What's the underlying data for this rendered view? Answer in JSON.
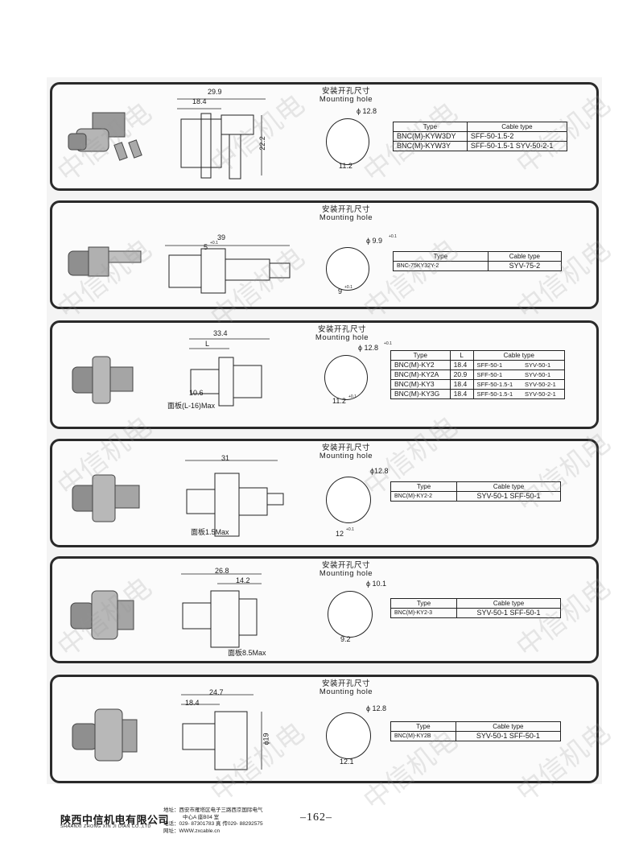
{
  "panels": [
    {
      "title_cn": "安装开孔尺寸",
      "title_en": "Mounting hole",
      "dims": [
        "29.9",
        "18.4",
        "22.2"
      ],
      "hole_dia": "ϕ 12.8",
      "hole_flat": "11.2",
      "table_headers": [
        "Type",
        "Cable type"
      ],
      "rows": [
        [
          "BNC(M)-KYW3DY",
          "SFF-50-1.5-2"
        ],
        [
          "BNC(M)-KYW3Y",
          "SFF-50-1.5-1   SYV-50-2-1"
        ]
      ]
    },
    {
      "title_cn": "安装开孔尺寸",
      "title_en": "Mounting hole",
      "dims": [
        "39",
        "5",
        "+0.1"
      ],
      "hole_dia": "ϕ 9.9",
      "hole_dia_tol": "+0.1",
      "hole_flat": "9",
      "hole_flat_tol": "+0.1",
      "table_headers": [
        "Type",
        "Cable type"
      ],
      "rows": [
        [
          "BNC-75KY32Y-2",
          "SYV-75-2"
        ]
      ]
    },
    {
      "title_cn": "安装开孔尺寸",
      "title_en": "Mounting hole",
      "dims": [
        "33.4",
        "L",
        "10.6",
        "面板(L-16)Max"
      ],
      "hole_dia": "ϕ 12.8",
      "hole_dia_tol": "+0.1",
      "hole_flat": "11.2",
      "hole_flat_tol": "+0.1",
      "table_headers": [
        "Type",
        "L",
        "Cable type"
      ],
      "rows": [
        [
          "BNC(M)-KY2",
          "18.4",
          "SFF-50-1",
          "SYV-50-1"
        ],
        [
          "BNC(M)-KY2A",
          "20.9",
          "SFF-50-1",
          "SYV-50-1"
        ],
        [
          "BNC(M)-KY3",
          "18.4",
          "SFF-50-1.5-1",
          "SYV-50-2-1"
        ],
        [
          "BNC(M)-KY3G",
          "18.4",
          "SFF-50-1.5-1",
          "SYV-50-2-1"
        ]
      ]
    },
    {
      "title_cn": "安装开孔尺寸",
      "title_en": "Mounting hole",
      "dims": [
        "31",
        "面板1.5Max"
      ],
      "hole_dia": "ϕ12.8",
      "hole_flat": "12",
      "hole_flat_tol": "+0.1",
      "table_headers": [
        "Type",
        "Cable type"
      ],
      "rows": [
        [
          "BNC(M)-KY2-2",
          "SYV-50-1   SFF-50-1"
        ]
      ]
    },
    {
      "title_cn": "安装开孔尺寸",
      "title_en": "Mounting hole",
      "dims": [
        "26.8",
        "14.2",
        "面板8.5Max"
      ],
      "hole_dia": "ϕ 10.1",
      "hole_flat": "9.2",
      "table_headers": [
        "Type",
        "Cable type"
      ],
      "rows": [
        [
          "BNC(M)-KY2-3",
          "SYV-50-1   SFF-50-1"
        ]
      ]
    },
    {
      "title_cn": "安装开孔尺寸",
      "title_en": "Mounting hole",
      "dims": [
        "24.7",
        "18.4",
        "ϕ19"
      ],
      "hole_dia": "ϕ 12.8",
      "hole_flat": "12.1",
      "table_headers": [
        "Type",
        "Cable type"
      ],
      "rows": [
        [
          "BNC(M)-KY2B",
          "SYV-50-1          SFF-50-1"
        ]
      ]
    }
  ],
  "watermark": "中信机电",
  "footer": {
    "company_cn": "陕西中信机电有限公司",
    "company_en": "SHAANXI ZHONG XIN JI DIAN CO.,LTD",
    "address_1": "地址：西安市雁塔区电子三路西京国际电气",
    "address_2": "中心A 座B04 室",
    "phone": "电话：029- 87301783     真  传029- 88292575",
    "web": "网址：WWW.zxcable.cn",
    "page_number": "–162–"
  }
}
